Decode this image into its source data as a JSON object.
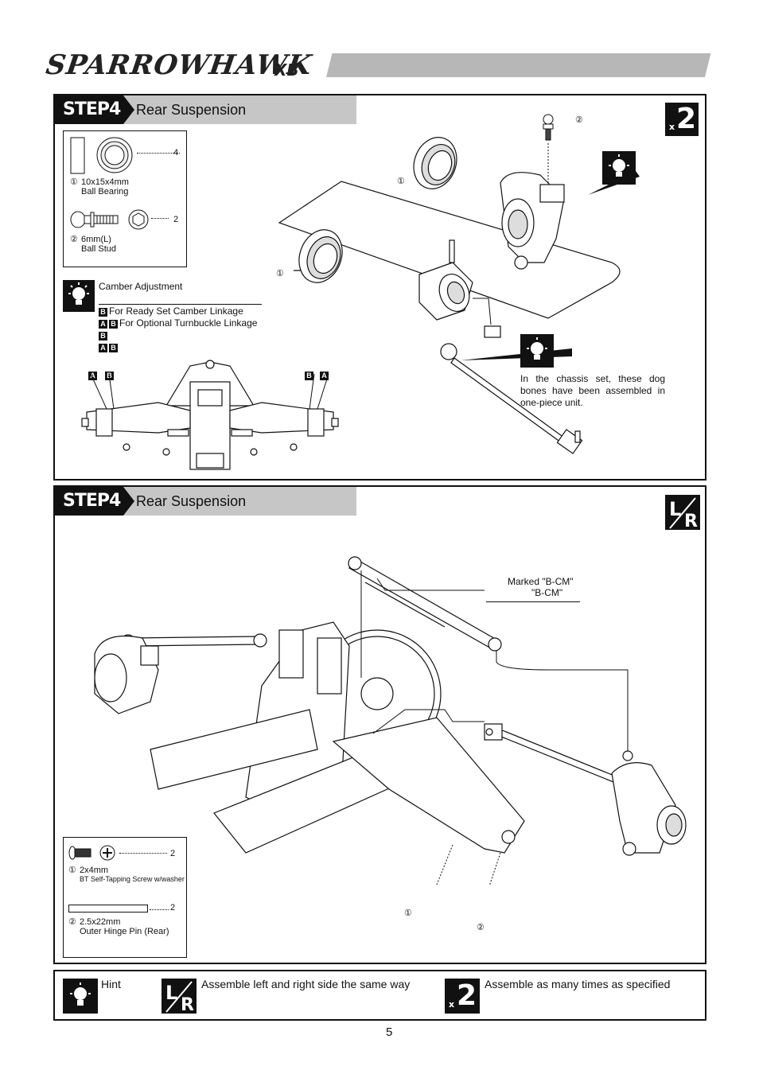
{
  "header": {
    "logo_text": "SPARROWHAWK",
    "logo_suffix": "XB"
  },
  "step1": {
    "tag": "STEP4",
    "title": "Rear Suspension",
    "multiplier": "x2",
    "parts": [
      {
        "num": "①",
        "size": "10x15x4mm",
        "name": "Ball Bearing",
        "qty": "4"
      },
      {
        "num": "②",
        "size": "6mm(L)",
        "name": "Ball Stud",
        "qty": "2"
      }
    ],
    "camber": {
      "title": "Camber Adjustment",
      "lines": [
        {
          "badges": [
            "B"
          ],
          "text": "For Ready Set Camber Linkage"
        },
        {
          "badges": [
            "A",
            "B"
          ],
          "text": "For Optional Turnbuckle Linkage"
        },
        {
          "badges": [
            "B"
          ],
          "text": ""
        },
        {
          "badges": [
            "A",
            "B"
          ],
          "text": ""
        }
      ],
      "left_marks": [
        "A",
        "B"
      ],
      "right_marks": [
        "B",
        "A"
      ]
    },
    "callouts": {
      "bearing_top": "①",
      "bearing_left": "①",
      "stud": "②"
    },
    "hint_text": "In the chassis set, these dog bones have been assembled in one-piece unit."
  },
  "step2": {
    "tag": "STEP4",
    "title": "Rear Suspension",
    "marked_label_1": "Marked \"B-CM\"",
    "marked_label_2": "\"B-CM\"",
    "parts": [
      {
        "num": "①",
        "size": "2x4mm",
        "name": "BT Self-Tapping Screw w/washer",
        "qty": "2"
      },
      {
        "num": "②",
        "size": "2.5x22mm",
        "name": "Outer Hinge Pin (Rear)",
        "qty": "2"
      }
    ],
    "callouts": {
      "screw": "①",
      "pin": "②"
    }
  },
  "legend": {
    "hint": "Hint",
    "lr": "Assemble left and right side the same way",
    "times": "Assemble as many times as specified"
  },
  "page_number": "5"
}
